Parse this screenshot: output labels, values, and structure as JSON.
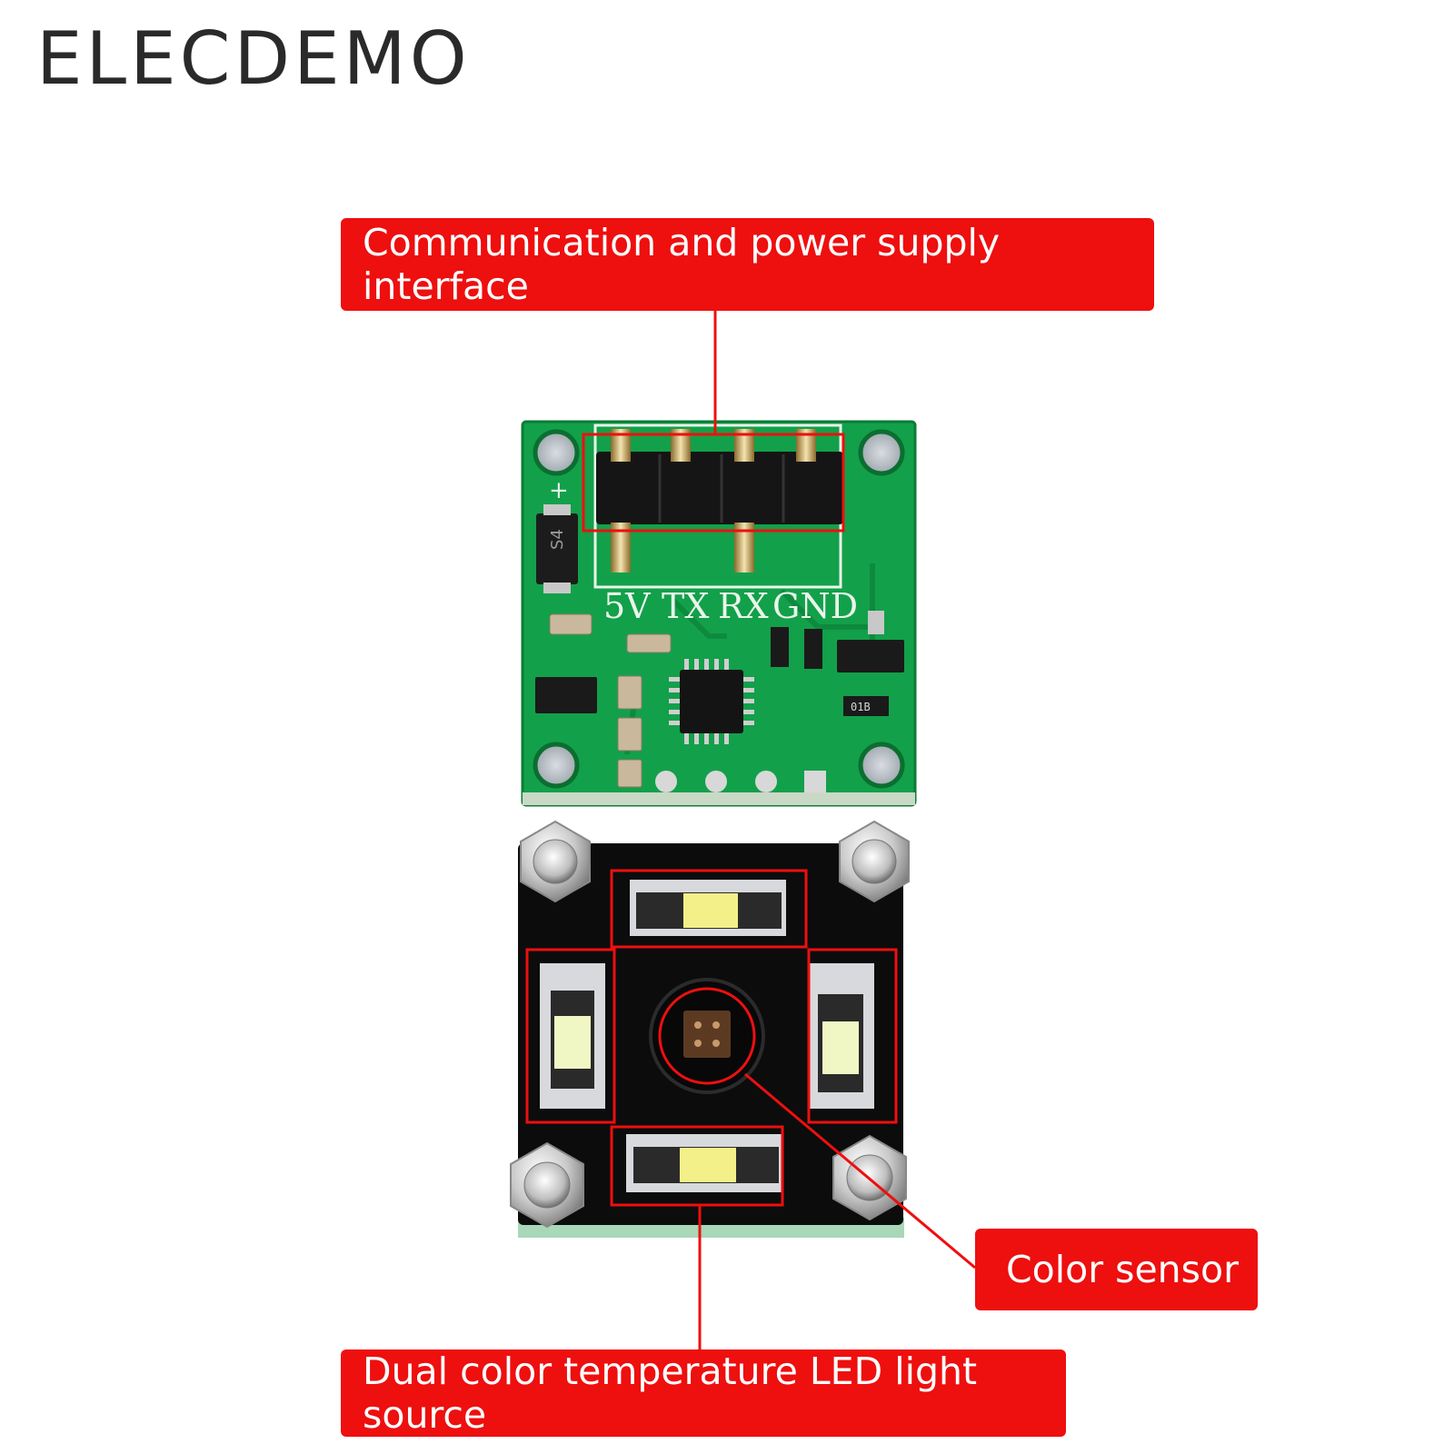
{
  "brand": {
    "name": "ELECDEMO"
  },
  "board": {
    "pin_labels": [
      "5V",
      "TX",
      "RX",
      "GND"
    ],
    "plus_mark": "+",
    "diode_mark": "S4",
    "resistor_mark": "01B"
  },
  "callouts": {
    "interface": "Communication and power supply interface",
    "sensor": "Color sensor",
    "led": "Dual color temperature LED light source"
  },
  "colors": {
    "callout_red": "#ee0f0f",
    "pcb_green": "#13a04a",
    "sensor_board_black": "#0c0c0c",
    "led_yellow": "#f3f08a"
  }
}
